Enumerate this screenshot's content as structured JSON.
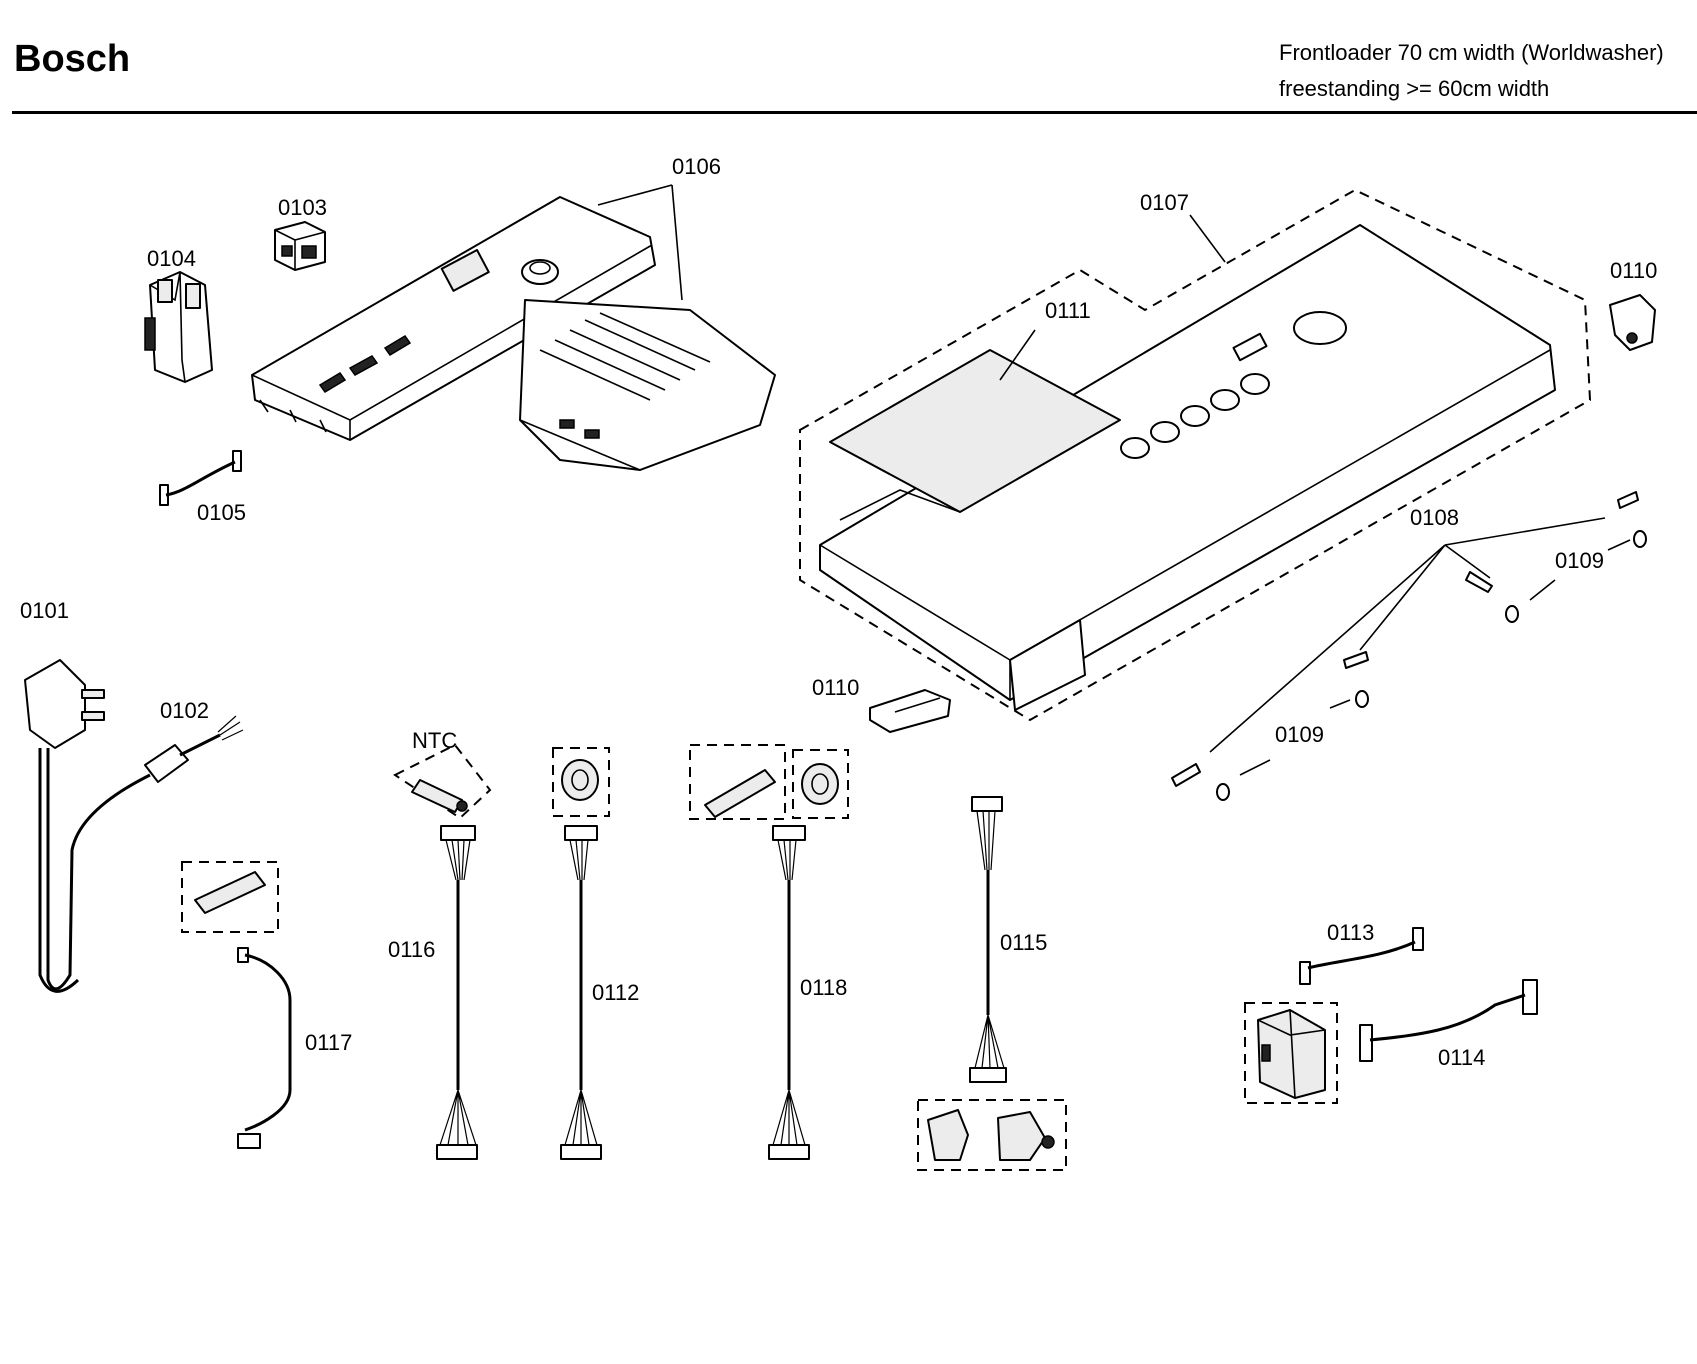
{
  "header": {
    "brand": "Bosch",
    "subtitle_line1": "Frontloader 70 cm width (Worldwasher)",
    "subtitle_line2": "freestanding >= 60cm width"
  },
  "labels": {
    "p0101": "0101",
    "p0102": "0102",
    "p0103": "0103",
    "p0104": "0104",
    "p0105": "0105",
    "p0106": "0106",
    "p0107": "0107",
    "p0108": "0108",
    "p0109a": "0109",
    "p0109b": "0109",
    "p0110a": "0110",
    "p0110b": "0110",
    "p0111": "0111",
    "p0112": "0112",
    "p0113": "0113",
    "p0114": "0114",
    "p0115": "0115",
    "p0116": "0116",
    "p0117": "0117",
    "p0118": "0118",
    "ntc": "NTC"
  }
}
